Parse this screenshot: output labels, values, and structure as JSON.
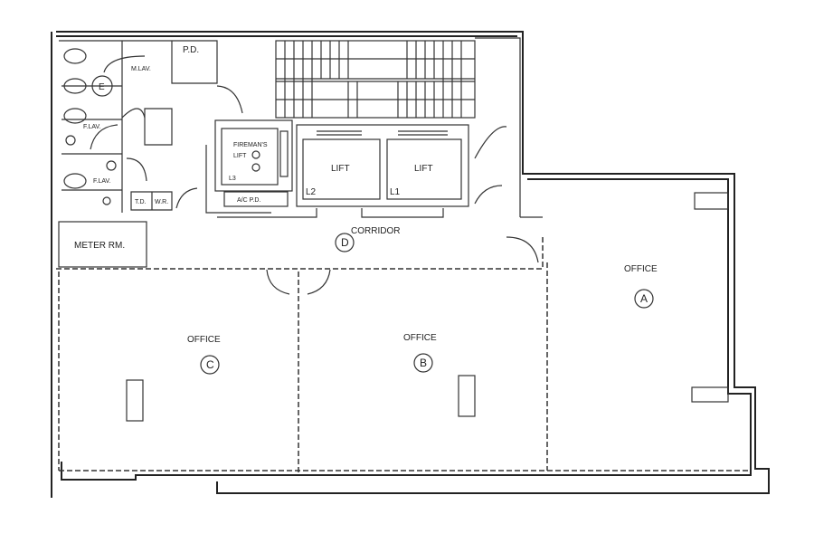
{
  "plan": {
    "rooms": {
      "pd": "P.D.",
      "mlav": "M.LAV.",
      "flav1": "F.LAV.",
      "flav2": "F.LAV.",
      "e_marker": "E",
      "firemans_lift": "FIREMAN'S",
      "firemans_lift2": "LIFT",
      "l3": "L3",
      "ac_pd": "A/C P.D.",
      "td": "T.D.",
      "wr": "W.R.",
      "meter_room": "METER RM.",
      "lift2": "LIFT",
      "l2": "L2",
      "lift1": "LIFT",
      "l1": "L1",
      "corridor": "CORRIDOR",
      "corridor_marker": "D"
    },
    "offices": [
      {
        "label": "OFFICE",
        "marker": "A"
      },
      {
        "label": "OFFICE",
        "marker": "B"
      },
      {
        "label": "OFFICE",
        "marker": "C"
      }
    ]
  }
}
